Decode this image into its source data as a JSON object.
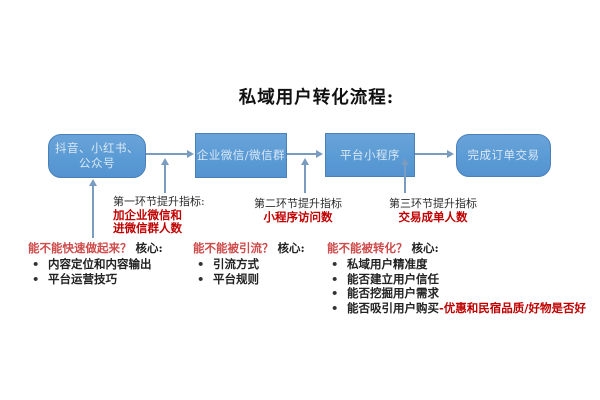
{
  "title": "私域用户转化流程:",
  "icons": {
    "bullet": "•",
    "arrow": "→"
  },
  "nodes": {
    "source": {
      "line1": "抖音、小红书、",
      "line2": "公众号"
    },
    "wechat": {
      "label": "企业微信/微信群"
    },
    "miniprogram": {
      "label": "平台小程序"
    },
    "order": {
      "label": "完成订单交易"
    }
  },
  "stages": {
    "stage1": {
      "title": "第一环节提升指标:",
      "metric1": "加企业微信和",
      "metric2": "进微信群人数"
    },
    "stage2": {
      "title": "第二环节提升指标",
      "metric": "小程序访问数"
    },
    "stage3": {
      "title": "第三环节提升指标",
      "metric": "交易成单人数"
    }
  },
  "questions": {
    "q1": {
      "question": "能不能快速做起来？",
      "label": "核心:",
      "bullets": [
        "内容定位和内容输出",
        "平台运营技巧"
      ]
    },
    "q2": {
      "question": "能不能被引流？",
      "label": "核心:",
      "bullets": [
        "引流方式",
        "平台规则"
      ]
    },
    "q3": {
      "question": "能不能被转化？",
      "label": "核心:",
      "bullets": [
        "私域用户精准度",
        "能否建立用户信任",
        "能否挖掘用户需求",
        "能否吸引用户购买"
      ],
      "bullet4_highlight": "-优惠和民宿品质/好物是否好"
    }
  },
  "colors": {
    "box_fill": "#5b9bd5",
    "box_border": "#4a80ba",
    "box_text": "#d9e8f6",
    "arrow": "#7a9cc0",
    "metric_red": "#c00000",
    "question_red": "#cf4a4a",
    "text": "#222222",
    "background": "#ffffff"
  }
}
